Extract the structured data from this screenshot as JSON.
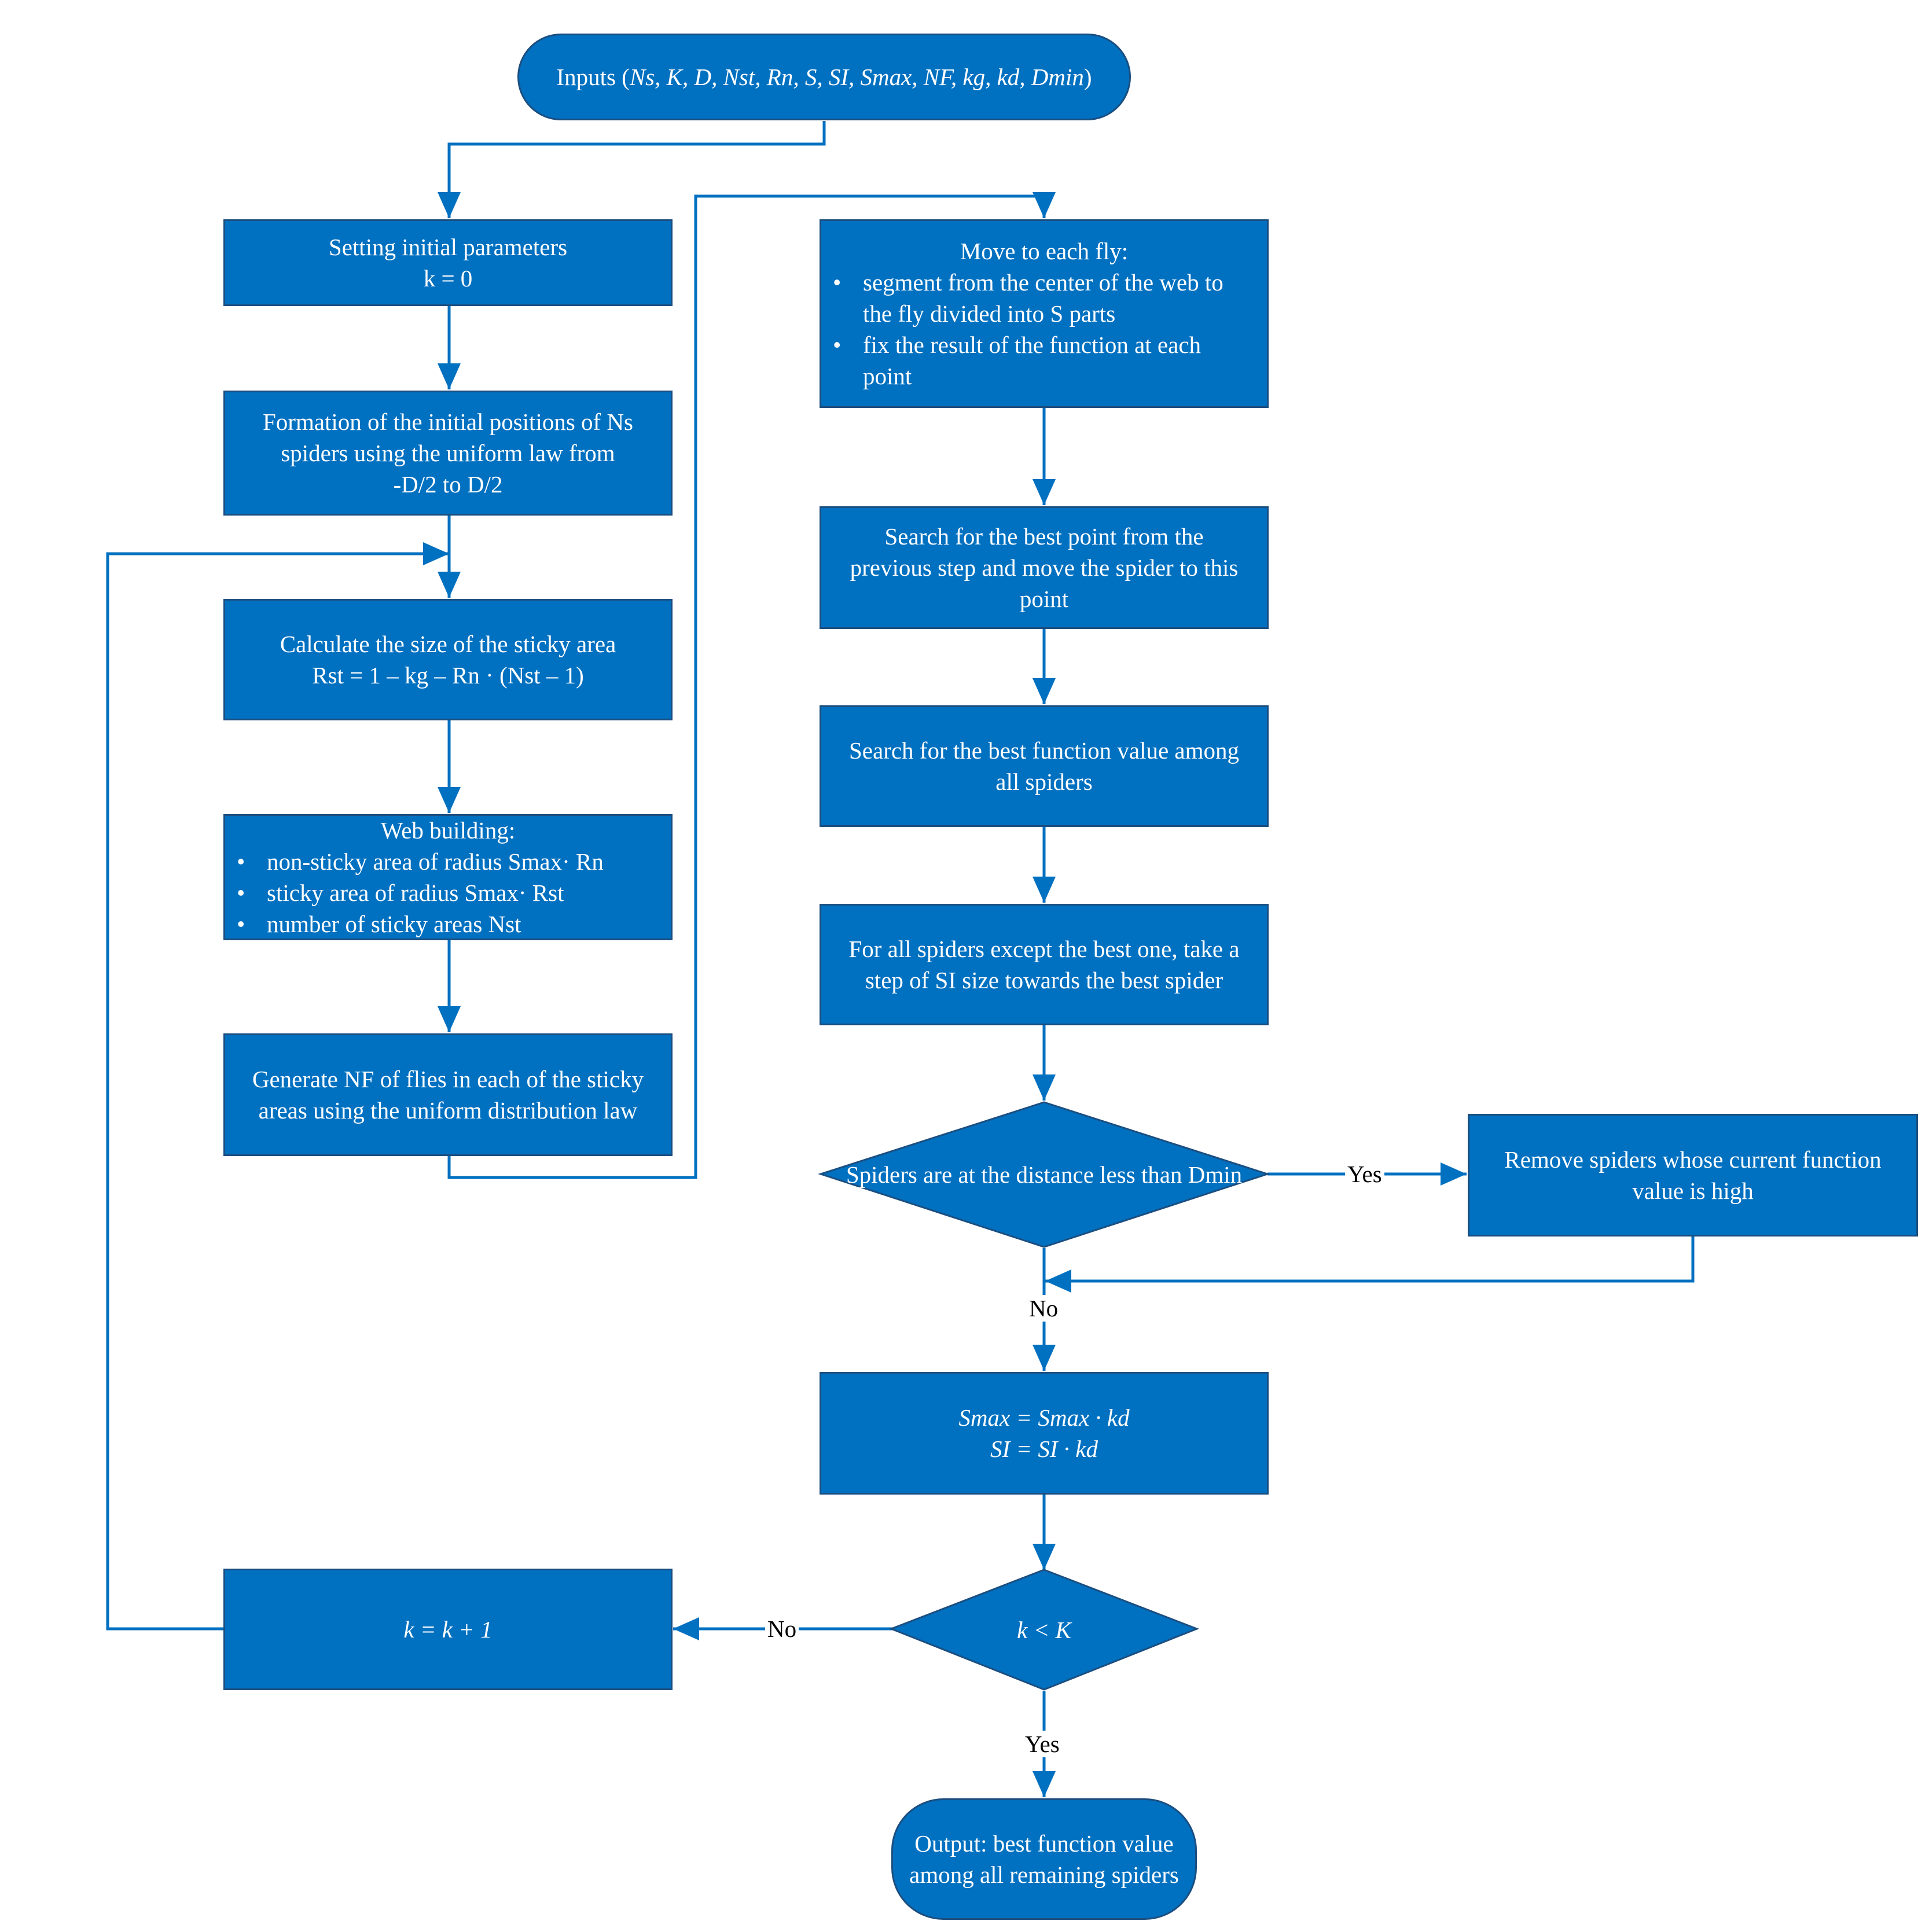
{
  "colors": {
    "fill": "#0070C0",
    "line": "#0070C0",
    "text": "#ffffff"
  },
  "nodes": {
    "inputs": {
      "prefix": "Inputs (",
      "params": "Ns, K, D, Nst, Rn, S, SI, Smax, NF, kg, kd, Dmin",
      "suffix": ")"
    },
    "init_params": {
      "line1": "Setting initial parameters",
      "line2": "k = 0"
    },
    "formation": {
      "line1": "Formation of the initial positions of Ns",
      "line2": "spiders using the uniform law from",
      "line3": "-D/2 to D/2"
    },
    "sticky_size": {
      "line1": "Calculate the size of the sticky area",
      "formula": "Rst = 1 – kg – Rn · (Nst – 1)"
    },
    "web_building": {
      "title": "Web building:",
      "items": [
        "non-sticky area of radius Smax· Rn",
        "sticky area of radius Smax· Rst",
        "number of sticky areas Nst"
      ]
    },
    "generate_flies": {
      "line1": "Generate NF of flies in each of the sticky",
      "line2": "areas using the uniform distribution law"
    },
    "move_to_fly": {
      "title": "Move to each fly:",
      "items": [
        "segment from the center of the web to the fly divided into S parts",
        "fix the result of the function at each point"
      ]
    },
    "best_point": {
      "line1": "Search for the best point from the",
      "line2": "previous step and move the spider to this",
      "line3": "point"
    },
    "best_value": {
      "line1": "Search for the best function value among",
      "line2": "all spiders"
    },
    "step_towards": {
      "line1": "For all spiders except the best one, take a",
      "line2": "step of SI size towards the best spider"
    },
    "distance_check": {
      "text": "Spiders are at the distance less than Dmin"
    },
    "remove_spiders": {
      "line1": "Remove spiders whose current function",
      "line2": "value is high"
    },
    "update": {
      "line1": "Smax = Smax · kd",
      "line2": "SI = SI · kd"
    },
    "loop_check": {
      "text": "k < K"
    },
    "increment": {
      "text": "k = k + 1"
    },
    "output": {
      "line1": "Output: best function value",
      "line2": "among all remaining spiders"
    }
  },
  "edge_labels": {
    "distance_yes": "Yes",
    "distance_no": "No",
    "loop_no": "No",
    "loop_yes": "Yes"
  }
}
